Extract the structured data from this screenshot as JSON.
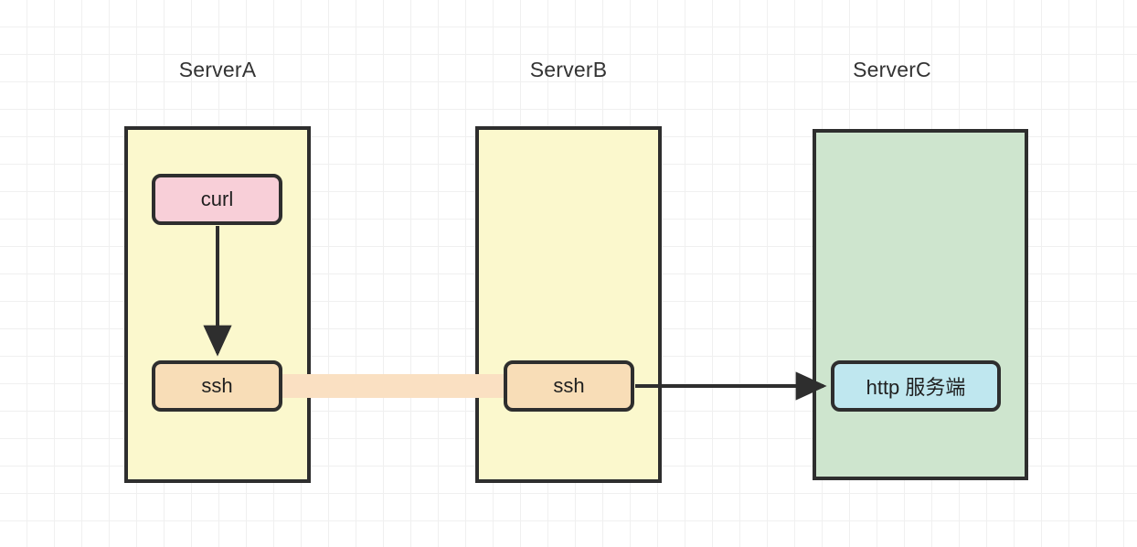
{
  "diagram": {
    "title_labels": {
      "server_a": "ServerA",
      "server_b": "ServerB",
      "server_c": "ServerC"
    },
    "nodes": {
      "curl": "curl",
      "ssh_a": "ssh",
      "ssh_b": "ssh",
      "http_server": "http 服务端"
    },
    "colors": {
      "container_yellow": "#fbf8cd",
      "container_green": "#cee5ce",
      "node_pink": "#f8cfd8",
      "node_orange": "#f8ddb7",
      "node_blue": "#bfe7ef",
      "border_dark": "#2e2e2e",
      "tunnel_band": "#fae0c2",
      "grid_line": "#f0f0f0",
      "background": "#ffffff"
    }
  }
}
